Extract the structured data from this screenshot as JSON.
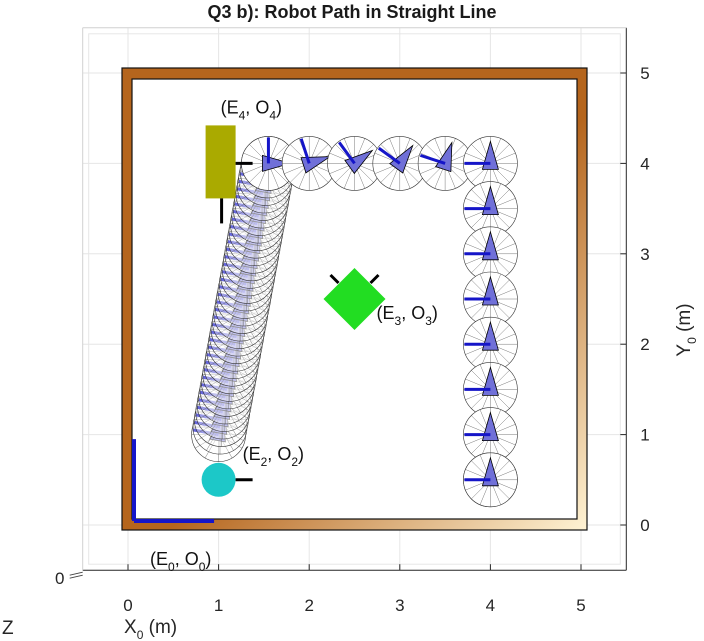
{
  "chart_data": {
    "type": "scatter",
    "title": "Q3 b): Robot Path in Straight Line",
    "xlabel": "X",
    "xlabel_sub": "0",
    "xlabel_unit": " (m)",
    "ylabel": "Y",
    "ylabel_sub": "0",
    "ylabel_unit": " (m)",
    "zlabel": "Z",
    "z_tick": "0",
    "xlim": [
      -0.5,
      5.5
    ],
    "ylim": [
      -0.5,
      5.5
    ],
    "xticks": [
      "0",
      "1",
      "2",
      "3",
      "4",
      "5"
    ],
    "yticks": [
      "0",
      "1",
      "2",
      "3",
      "4",
      "5"
    ],
    "grid": true,
    "workspace": {
      "x": [
        0,
        5
      ],
      "y": [
        0,
        5
      ]
    },
    "frames": [
      {
        "base": "E",
        "sub1": "0",
        "sep": ", ",
        "frame": "O",
        "sub2": "0",
        "x": 0,
        "y": 0
      },
      {
        "base": "E",
        "sub1": "2",
        "sep": ", ",
        "frame": "O",
        "sub2": "2",
        "x": 1,
        "y": 0.5
      },
      {
        "base": "E",
        "sub1": "3",
        "sep": ", ",
        "frame": "O",
        "sub2": "3",
        "x": 2.5,
        "y": 2.5
      },
      {
        "base": "E",
        "sub1": "4",
        "sep": ", ",
        "frame": "O",
        "sub2": "4",
        "x": 1,
        "y": 4
      }
    ],
    "objects": {
      "O2": {
        "shape": "circle",
        "x": 1.0,
        "y": 0.5,
        "color": "#1cc8c8"
      },
      "O3": {
        "shape": "diamond",
        "x": 2.5,
        "y": 2.5,
        "color": "#22dd22"
      },
      "O4": {
        "shape": "rect",
        "x": 1.0,
        "y": 4.0,
        "color": "#aaaa00"
      }
    },
    "path_straight": {
      "from": [
        1.0,
        1.0
      ],
      "to": [
        1.55,
        4.0
      ],
      "steps": 36
    },
    "path_turn": {
      "x": [
        1.55,
        2.0,
        2.5,
        3.0,
        3.5,
        4.0
      ],
      "y": [
        4.0,
        4.0,
        4.0,
        4.0,
        4.0,
        4.0
      ]
    },
    "path_right": {
      "x": [
        4.0,
        4.0,
        4.0,
        4.0,
        4.0,
        4.0,
        4.0,
        4.0
      ],
      "y": [
        3.5,
        3.0,
        2.5,
        2.0,
        1.5,
        1.0,
        0.5,
        0.5
      ]
    },
    "colors": {
      "wall": "#b5651d",
      "wall_light": "#fff3d4",
      "path": "#1515c8",
      "grid": "#e6e6e6"
    }
  }
}
